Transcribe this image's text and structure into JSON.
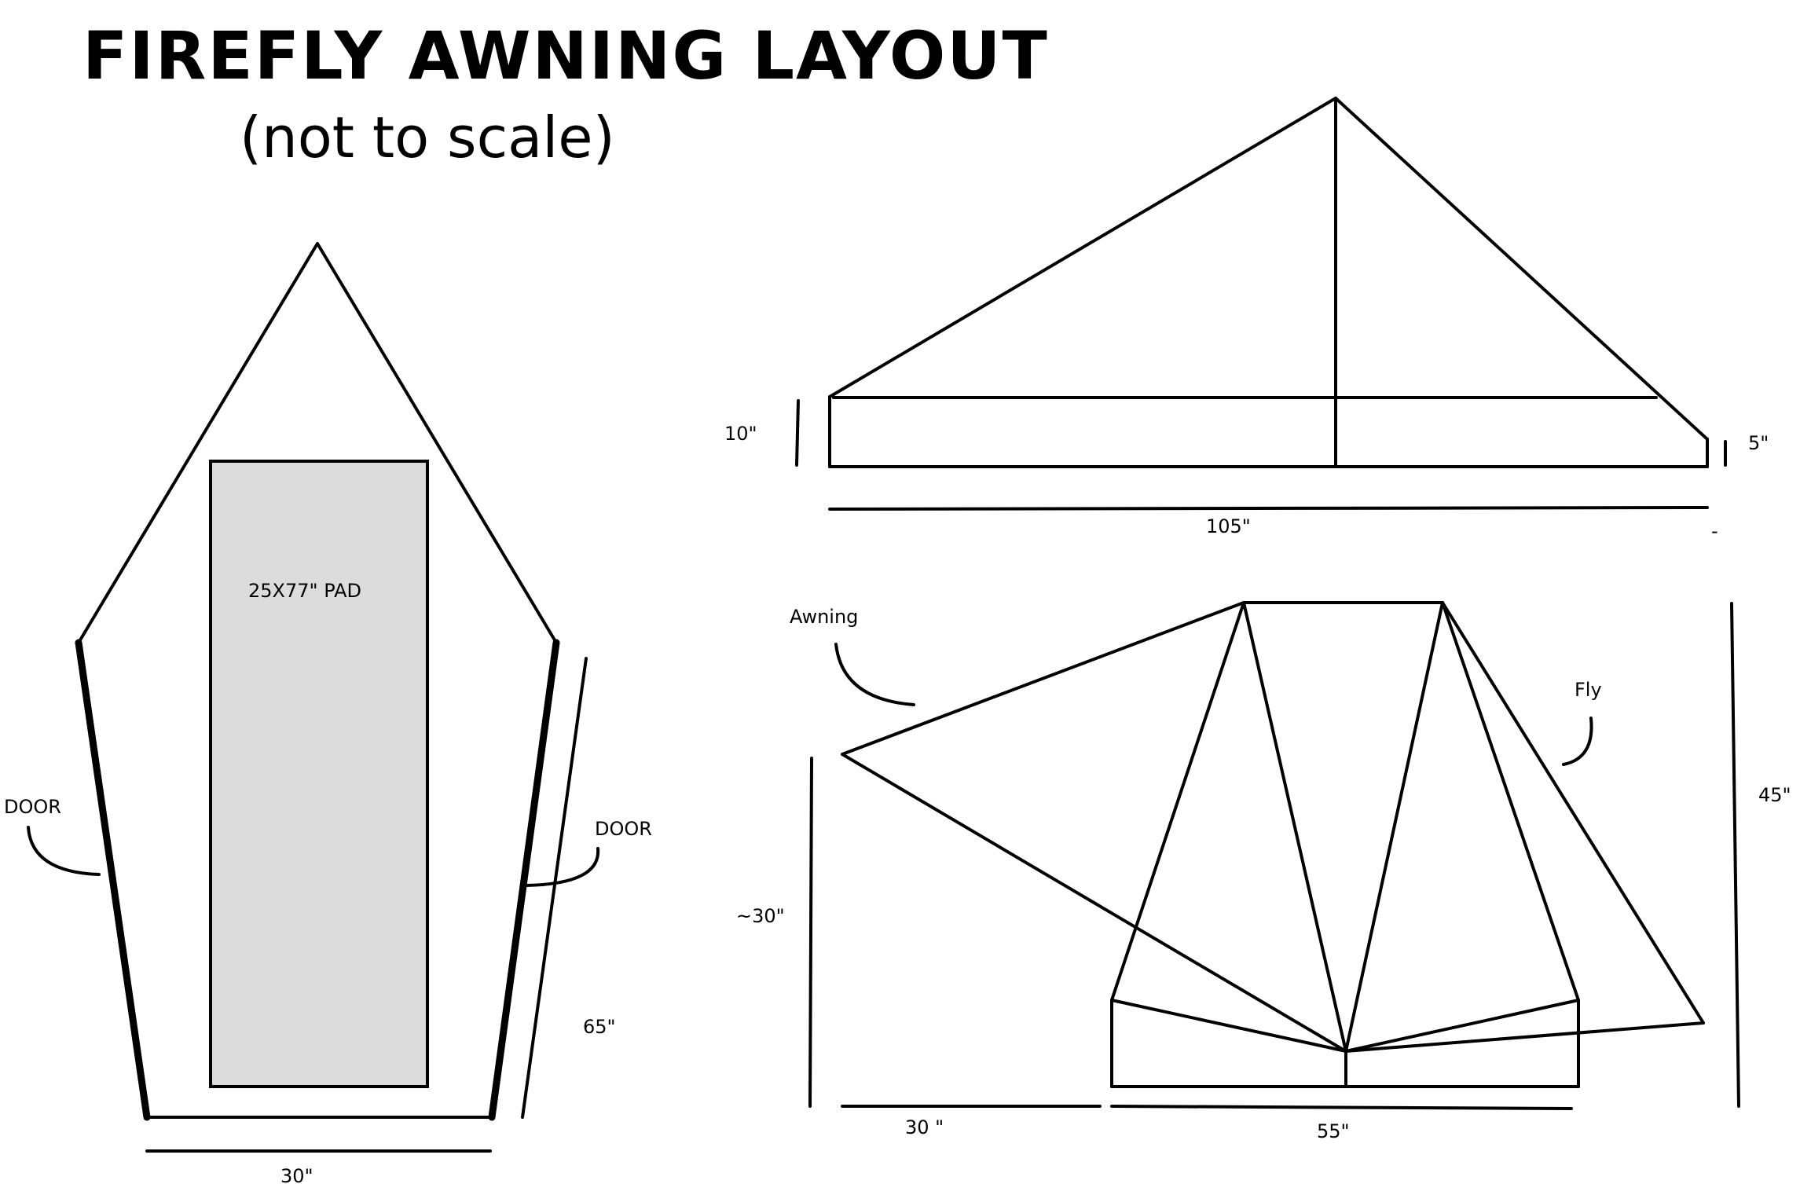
{
  "title": "FIREFLY AWNING LAYOUT",
  "subtitle": "(not to scale)",
  "floor_plan": {
    "pad_label": "25X77\" PAD",
    "door_left": "DOOR",
    "door_right": "DOOR",
    "length": "65\"",
    "width": "30\""
  },
  "side_view": {
    "left_height": "10\"",
    "right_height": "5\"",
    "length": "105\"",
    "minus": "-"
  },
  "front_view": {
    "awning_label": "Awning",
    "fly_label": "Fly",
    "awning_height": "~30\"",
    "height": "45\"",
    "awning_depth": "30 \"",
    "width": "55\""
  }
}
